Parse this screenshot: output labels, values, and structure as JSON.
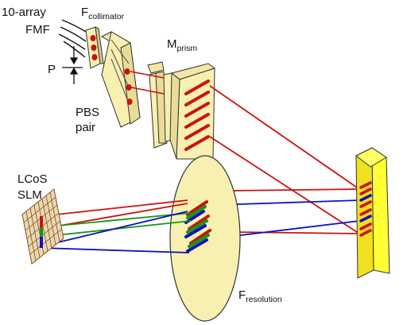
{
  "labels": {
    "array": "10-array",
    "fmf": "FMF",
    "collimator_main": "F",
    "collimator_sub": "collimator",
    "p": "P",
    "pbs_line1": "PBS",
    "pbs_line2": "pair",
    "prism_main": "M",
    "prism_sub": "prism",
    "lcos_line1": "LCoS",
    "lcos_line2": "SLM",
    "resolution_main": "F",
    "resolution_sub": "resolution"
  },
  "colors": {
    "optic_fill": "#f8f0b0",
    "mirror_fill": "#ffff33",
    "beam_red": "#cc1111",
    "beam_green": "#119911",
    "beam_blue": "#1111bb",
    "slm_grid": "#8a4a2a"
  }
}
